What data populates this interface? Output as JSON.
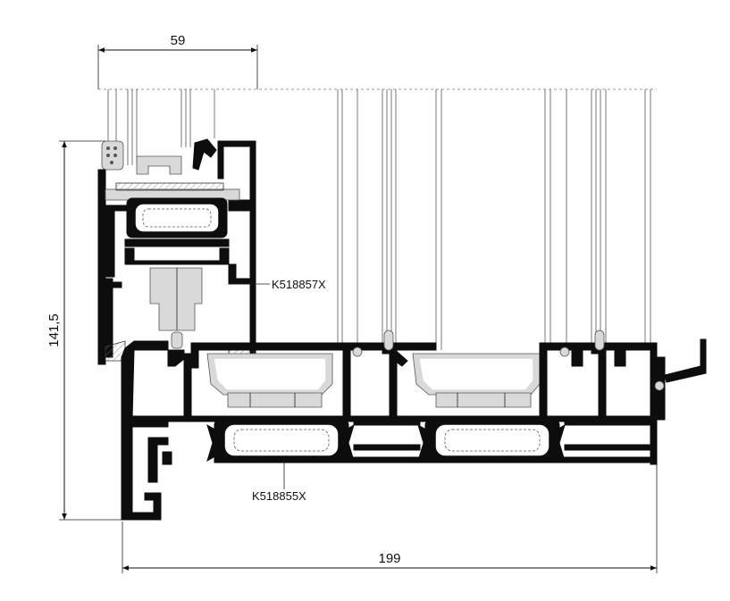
{
  "dimensions": {
    "top_width": "59",
    "height": "141,5",
    "bottom_width": "199"
  },
  "callouts": {
    "upper_profile": "K518857X",
    "lower_profile": "K518855X"
  },
  "colors": {
    "profile": "#0d0d0d",
    "line": "#111111",
    "background": "#ffffff"
  }
}
